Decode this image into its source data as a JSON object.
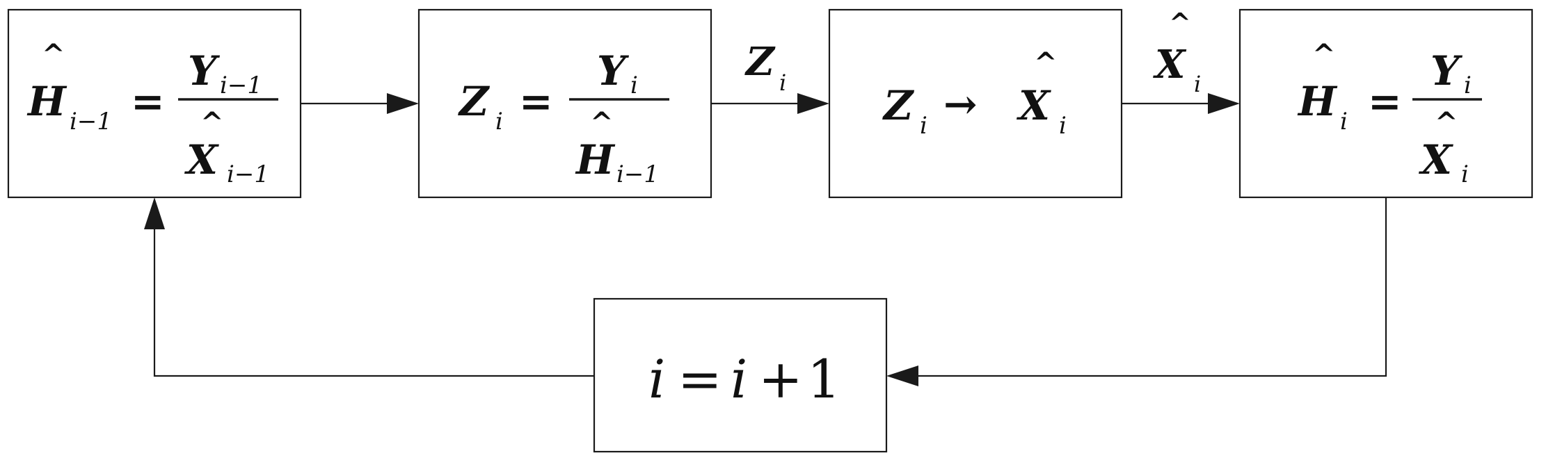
{
  "diagram": {
    "box_estimate_prev": {
      "lhs_symbol": "H",
      "lhs_hat": "^",
      "lhs_subscript": "i−1",
      "equals": "=",
      "num_symbol": "Y",
      "num_subscript": "i−1",
      "den_symbol": "X",
      "den_hat": "^",
      "den_subscript": "i−1"
    },
    "box_equalize": {
      "lhs_symbol": "Z",
      "lhs_subscript": "i",
      "equals": "=",
      "num_symbol": "Y",
      "num_subscript": "i",
      "den_symbol": "H",
      "den_hat": "^",
      "den_subscript": "i−1"
    },
    "box_decide": {
      "lhs_symbol": "Z",
      "lhs_subscript": "i",
      "arrow": "→",
      "rhs_symbol": "X",
      "rhs_hat": "^",
      "rhs_subscript": "i"
    },
    "box_estimate_curr": {
      "lhs_symbol": "H",
      "lhs_hat": "^",
      "lhs_subscript": "i",
      "equals": "=",
      "num_symbol": "Y",
      "num_subscript": "i",
      "den_symbol": "X",
      "den_hat": "^",
      "den_subscript": "i"
    },
    "box_increment": {
      "lhs": "i",
      "equals": "=",
      "var": "i",
      "plus": "+",
      "one": "1"
    },
    "edge_label_z": {
      "symbol": "Z",
      "subscript": "i"
    },
    "edge_label_x": {
      "symbol": "X",
      "hat": "^",
      "subscript": "i"
    }
  }
}
